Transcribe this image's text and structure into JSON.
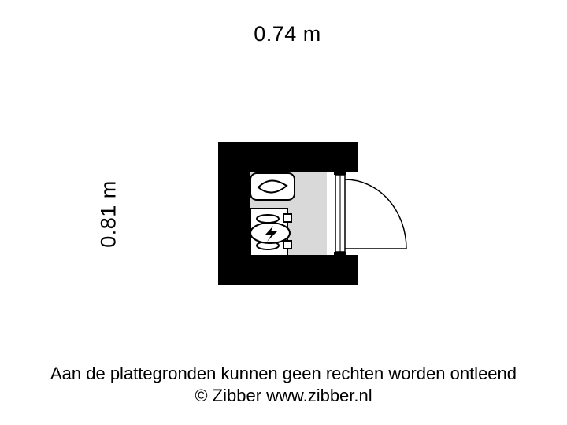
{
  "dimensions": {
    "width_label": "0.74 m",
    "depth_label": "0.81 m"
  },
  "footer": {
    "disclaimer": "Aan de plattegronden kunnen geen rechten worden ontleend",
    "copyright": "© Zibber www.zibber.nl"
  },
  "fixtures": {
    "gas-meter-icon": "gas-flame-icon",
    "electric-meter-icon": "lightning-bolt-icon"
  },
  "colors": {
    "wall": "#000000",
    "floor": "#d9d9d9",
    "background": "#ffffff"
  }
}
